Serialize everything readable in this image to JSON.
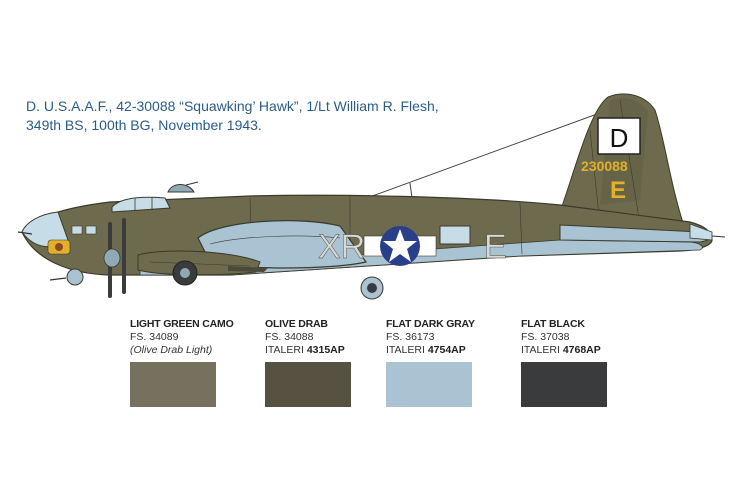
{
  "caption": {
    "line1": "D. U.S.A.A.F., 42-30088 “Squawking’ Hawk”, 1/Lt William R. Flesh,",
    "line2": "349th BS, 100th BG, November 1943."
  },
  "markings": {
    "tail_letter_box": "D",
    "tail_serial": "230088",
    "tail_letter": "E",
    "fuselage_code": "XR",
    "fuselage_letter": "E"
  },
  "colors": [
    {
      "name": "LIGHT GREEN CAMO",
      "fs": "FS. 34089",
      "note": "(Olive Drab Light)",
      "italeri_prefix": "",
      "italeri_code": "",
      "hex": "#76705e"
    },
    {
      "name": "OLIVE DRAB",
      "fs": "FS. 34088",
      "note": "",
      "italeri_prefix": "ITALERI ",
      "italeri_code": "4315AP",
      "hex": "#575141"
    },
    {
      "name": "FLAT DARK GRAY",
      "fs": "FS. 36173",
      "note": "",
      "italeri_prefix": "ITALERI ",
      "italeri_code": "4754AP",
      "hex": "#a9c3d2"
    },
    {
      "name": "FLAT BLACK",
      "fs": "FS. 37038",
      "note": "",
      "italeri_prefix": "ITALERI ",
      "italeri_code": "4768AP",
      "hex": "#3a3b3d"
    }
  ],
  "aircraft_colors": {
    "olive": "#6b6a4e",
    "olive_dark": "#57573f",
    "gray": "#a9c3d2",
    "yellow": "#e2b02a",
    "star_blue": "#2a3f8a"
  }
}
